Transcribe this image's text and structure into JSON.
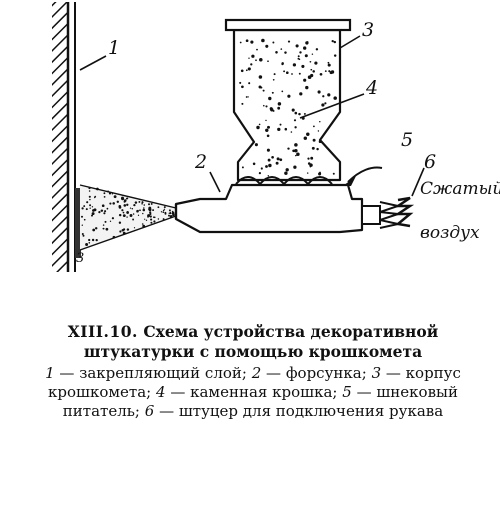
{
  "diagram": {
    "labels": {
      "l1": "1",
      "l2": "2",
      "l3": "3",
      "l4": "4",
      "l5": "5",
      "l6": "6"
    },
    "air_label_line1": "Сжатый",
    "air_label_line2": "воздух"
  },
  "caption": {
    "figure_number": "XIII.10.",
    "title": "Схема устройства декоративной штукатурки с помощью крошкомета",
    "legend": [
      {
        "num": "1",
        "text": "закрепляющий слой;"
      },
      {
        "num": "2",
        "text": "форсунка;"
      },
      {
        "num": "3",
        "text": "корпус крошкомета;"
      },
      {
        "num": "4",
        "text": "каменная крошка;"
      },
      {
        "num": "5",
        "text": "шнековый питатель;"
      },
      {
        "num": "6",
        "text": "штуцер для подключения рукава"
      }
    ]
  }
}
